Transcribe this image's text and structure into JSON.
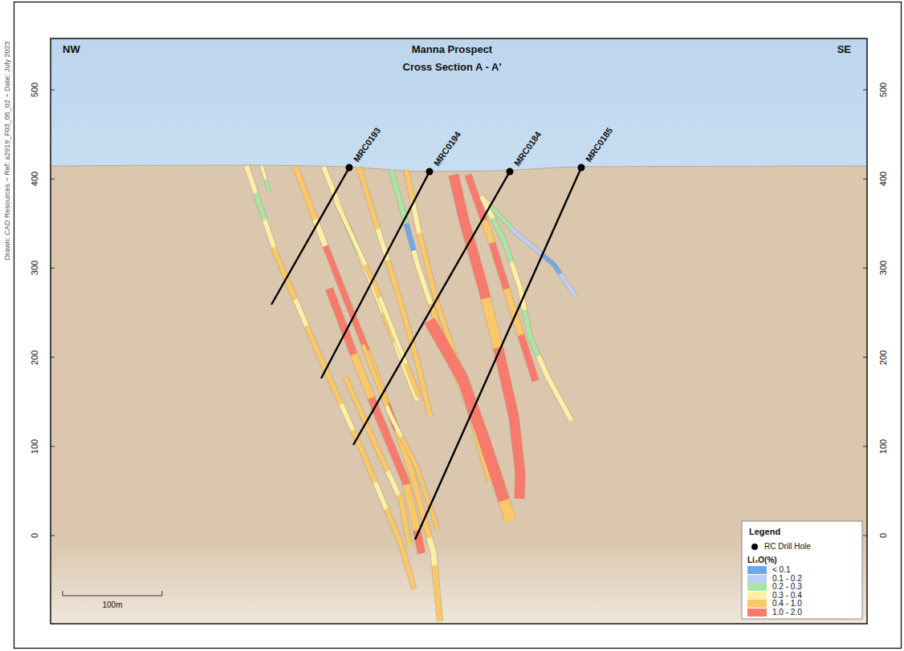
{
  "diagram": {
    "title": "Manna Prospect",
    "labels": [
      "Drawn: CAD Resources ~ Ref: a2919_F03_05_02 ~ Date: July 2023",
      "NW",
      "SE",
      "Cross Section A - A'",
      "500",
      "400",
      "300",
      "200",
      "100",
      "0",
      "500",
      "400",
      "300",
      "200",
      "100",
      "0",
      "MRC0193",
      "MRC0194",
      "MRC0184",
      "MRC0185",
      "100m",
      "Legend",
      "Li₂O(%)"
    ],
    "legend": [
      {
        "text": "RC Drill Hole"
      },
      {
        "text": "< 0.1",
        "color": "#6fa8e8"
      },
      {
        "text": "0.1 - 0.2",
        "color": "#bcd0f5"
      },
      {
        "text": "0.2 - 0.3",
        "color": "#a9e6a5"
      },
      {
        "text": "0.3 - 0.4",
        "color": "#fdf0a6"
      },
      {
        "text": "0.4 - 1.0",
        "color": "#fac868"
      },
      {
        "text": "1.0 - 2.0",
        "color": "#f87a6c"
      }
    ]
  }
}
